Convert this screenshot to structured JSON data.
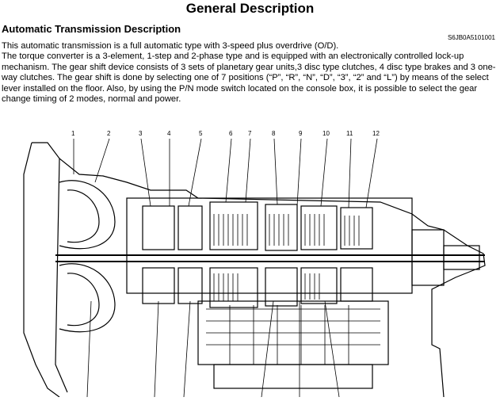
{
  "page": {
    "title": "General Description",
    "section_title": "Automatic Transmission Description",
    "doc_code": "S6JB0A5101001",
    "paragraphs": [
      "This automatic transmission is a full automatic type with 3-speed plus overdrive (O/D).",
      "The torque converter is a 3-element, 1-step and 2-phase type and is equipped with an electronically controlled lock-up mechanism. The gear shift device consists of 3 sets of planetary gear units,3 disc type clutches, 4 disc type brakes and 3 one-way clutches. The gear shift is done by selecting one of 7 positions (“P”, “R”, “N”, “D”, “3”, “2” and “L”) by means of the select lever installed on the floor. Also, by using the P/N mode switch located on the console box, it is possible to select the gear change timing of 2 modes, normal and power."
    ]
  },
  "figure": {
    "callouts": [
      "1",
      "2",
      "3",
      "4",
      "5",
      "6",
      "7",
      "8",
      "9",
      "10",
      "11",
      "12"
    ]
  }
}
